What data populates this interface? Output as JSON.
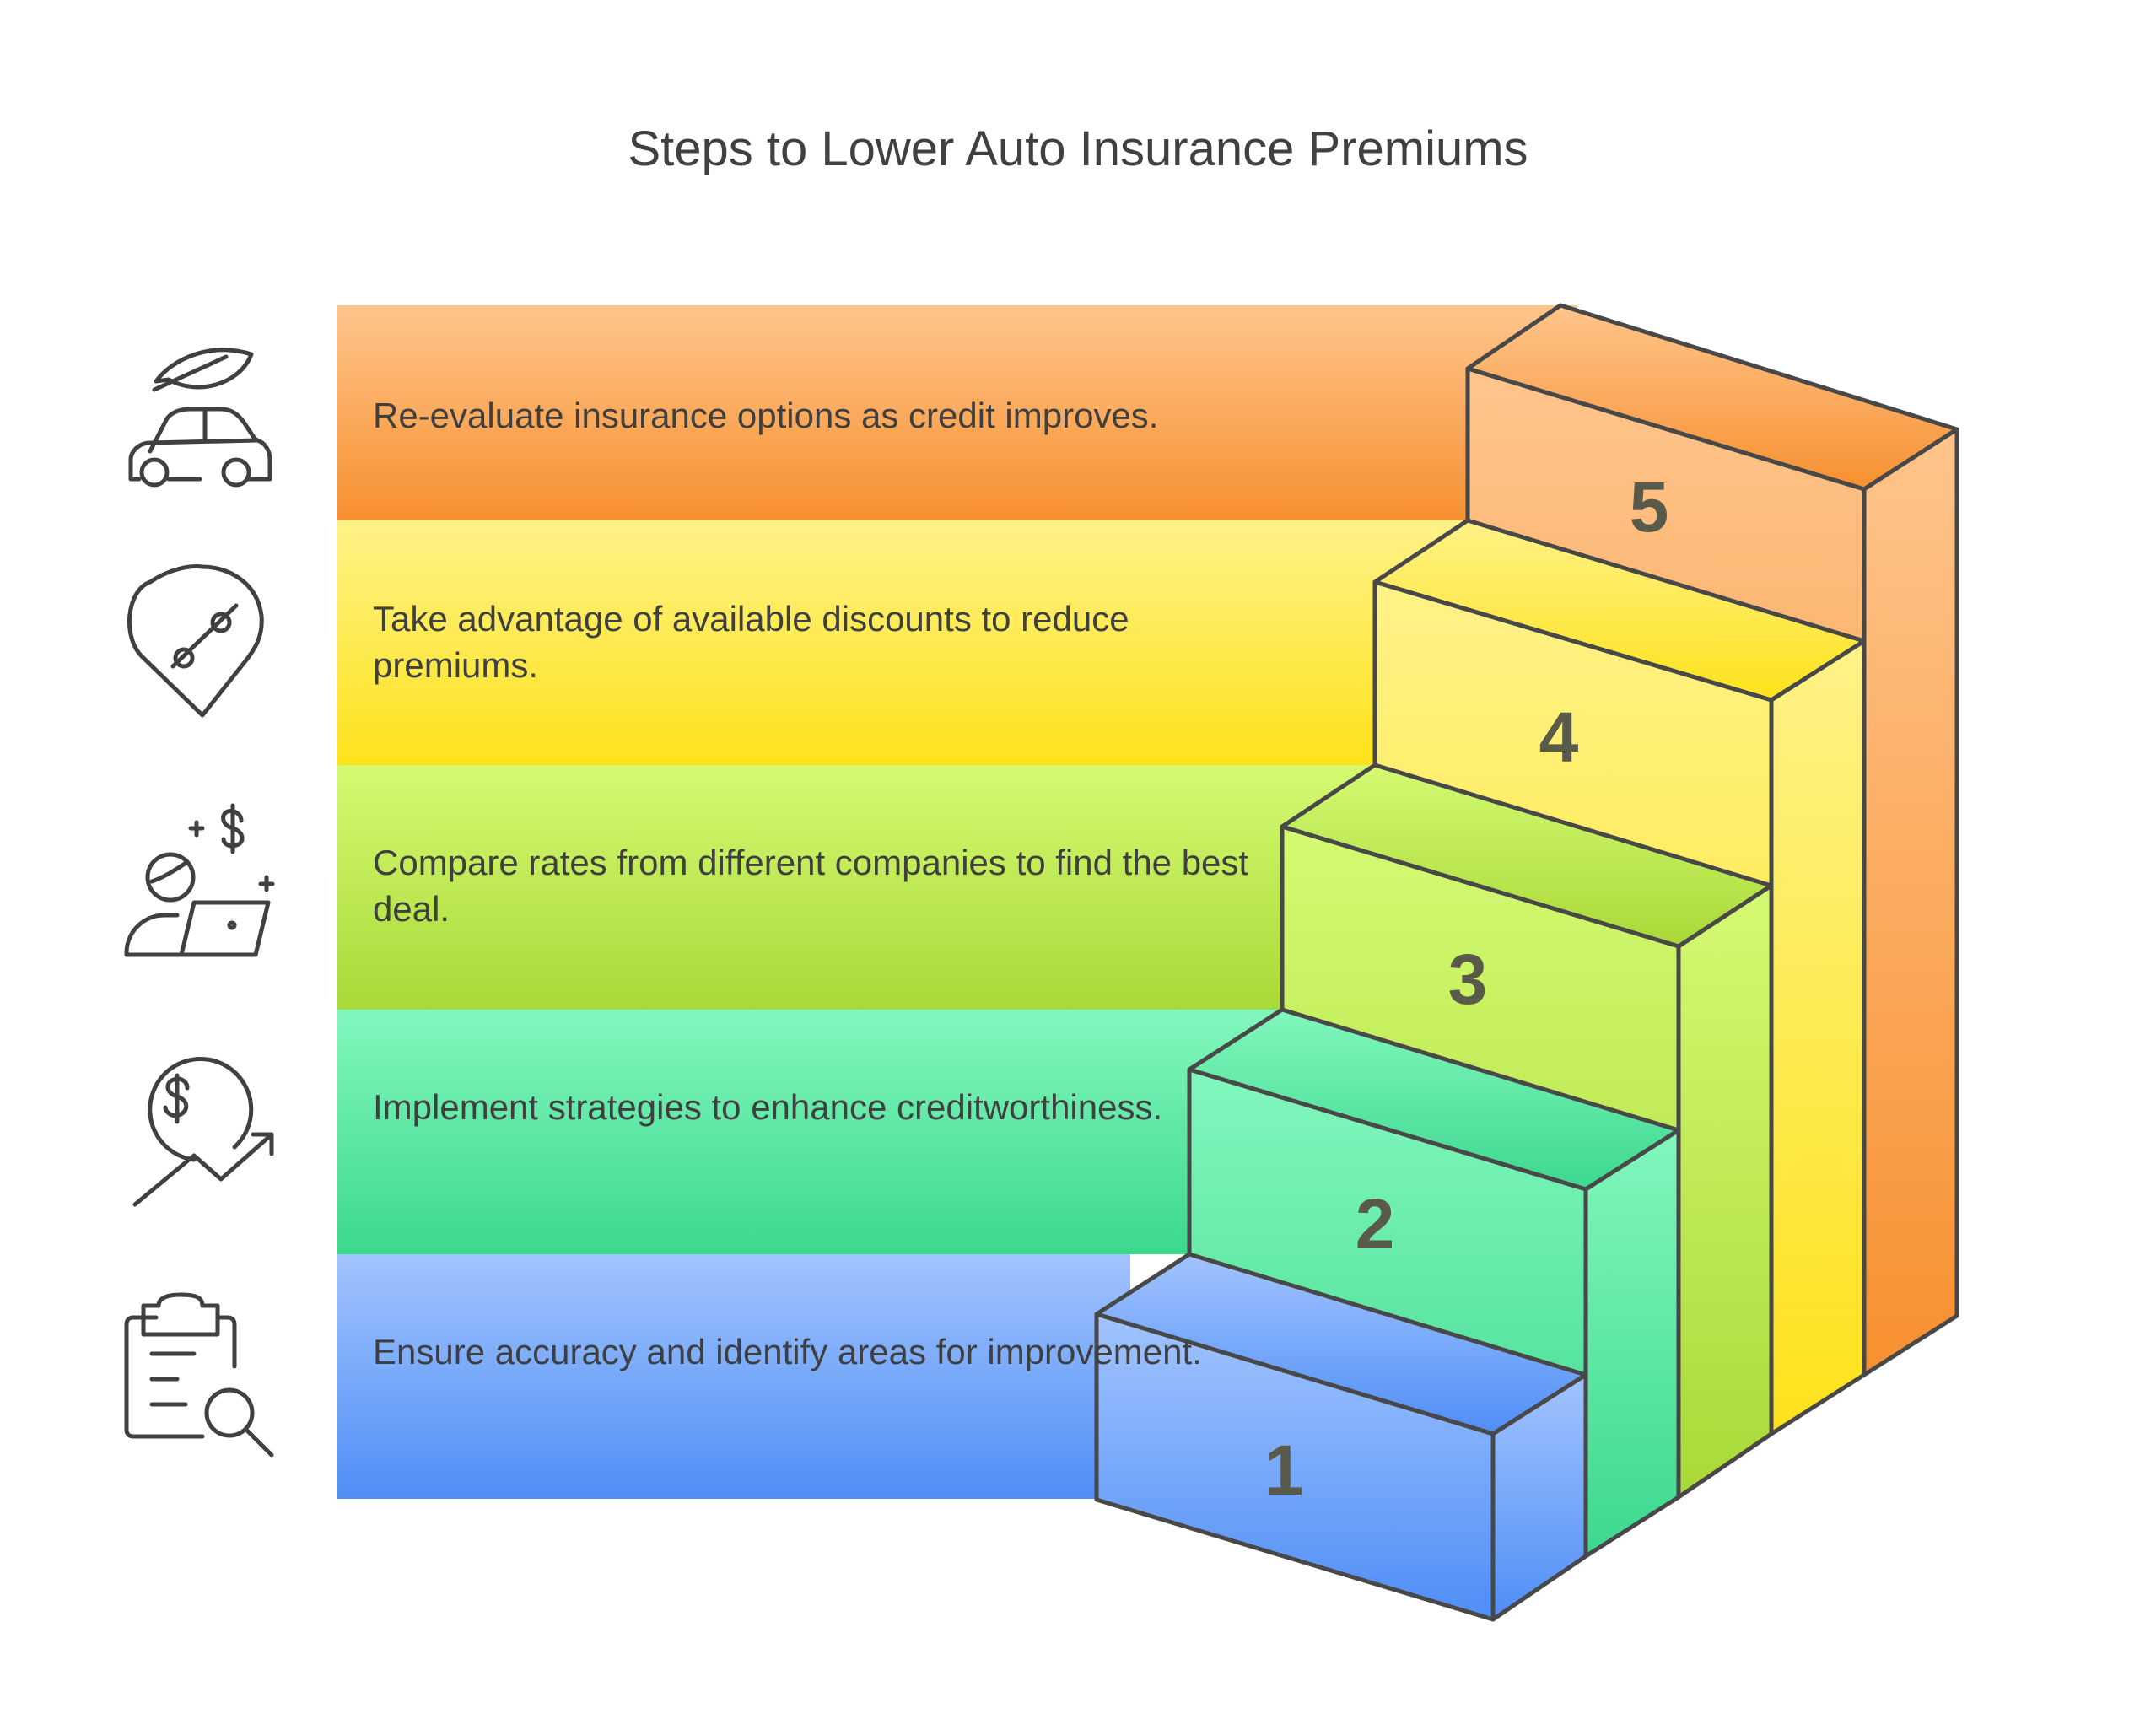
{
  "title": "Steps to Lower Auto Insurance Premiums",
  "steps": [
    {
      "number": "1",
      "text": "Ensure accuracy and identify areas for improvement.",
      "icon": "clipboard-search-icon",
      "colors": {
        "light": "#a2c4fe",
        "dark": "#4f8ef6"
      }
    },
    {
      "number": "2",
      "text": "Implement strategies to enhance creditworthiness.",
      "icon": "dollar-growth-icon",
      "colors": {
        "light": "#82f7bd",
        "dark": "#3cd88e"
      }
    },
    {
      "number": "3",
      "text": "Compare rates from different companies to find the best deal.",
      "icon": "person-laptop-dollar-icon",
      "colors": {
        "light": "#d4fa72",
        "dark": "#a9d938"
      }
    },
    {
      "number": "4",
      "text": "Take advantage of available discounts to reduce premiums.",
      "icon": "discount-pin-icon",
      "colors": {
        "light": "#fff288",
        "dark": "#fde21b"
      }
    },
    {
      "number": "5",
      "text": "Re-evaluate insurance options as credit improves.",
      "icon": "eco-car-icon",
      "colors": {
        "light": "#ffc58c",
        "dark": "#f79030"
      }
    }
  ],
  "number_color": "#5a5a4a",
  "outline_color": "#484848",
  "icon_color": "#404040"
}
